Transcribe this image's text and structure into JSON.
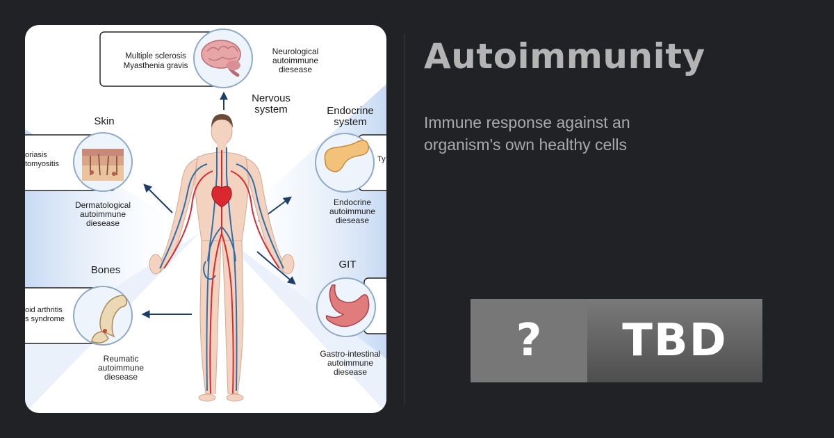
{
  "page": {
    "title": "Autoimmunity",
    "subtitle": "Immune response against an organism's own healthy cells"
  },
  "badge": {
    "left": "?",
    "right": "TBD"
  },
  "diagram": {
    "nervous": {
      "heading_line1": "Nervous",
      "heading_line2": "system",
      "box_line1": "Multiple sclerosis",
      "box_line2": "Myasthenia gravis",
      "caption_line1": "Neurological",
      "caption_line2": "autoimmune",
      "caption_line3": "diesease"
    },
    "skin": {
      "heading": "Skin",
      "box_line1": "oriasis",
      "box_line2": "tomyositis",
      "caption_line1": "Dermatological",
      "caption_line2": "autoimmune",
      "caption_line3": "diesease"
    },
    "bones": {
      "heading": "Bones",
      "box_line1": "oid arthritis",
      "box_line2": "s syndrome",
      "caption_line1": "Reumatic",
      "caption_line2": "autoimmune",
      "caption_line3": "diesease"
    },
    "endocrine": {
      "heading_line1": "Endocrine",
      "heading_line2": "system",
      "box_line1": "Ty",
      "caption_line1": "Endocrine",
      "caption_line2": "autoimmune",
      "caption_line3": "diesease"
    },
    "git": {
      "heading": "GIT",
      "caption_line1": "Gastro-intestinal",
      "caption_line2": "autoimmune",
      "caption_line3": "diesease"
    }
  },
  "colors": {
    "background": "#212226",
    "title": "#b4b4b4",
    "subtitle": "#a9aaae",
    "badge_left": "#777777",
    "badge_right": "#5c5c5c",
    "vein": "#2f6fa8",
    "artery": "#d9282f",
    "skin_tone": "#f3d2bf"
  }
}
